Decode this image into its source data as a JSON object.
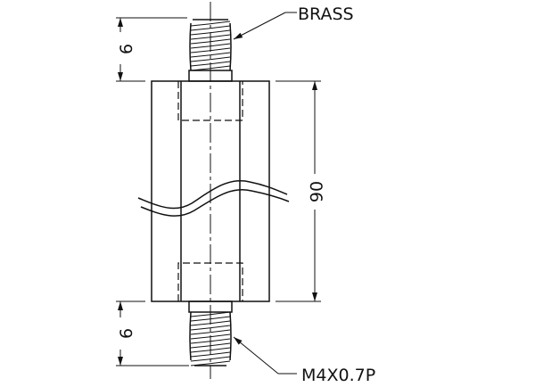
{
  "labels": {
    "material": "BRASS",
    "thread": "M4X0.7P"
  },
  "dimensions": {
    "top_stud_length": "6",
    "body_length": "90",
    "bottom_stud_length": "6"
  }
}
